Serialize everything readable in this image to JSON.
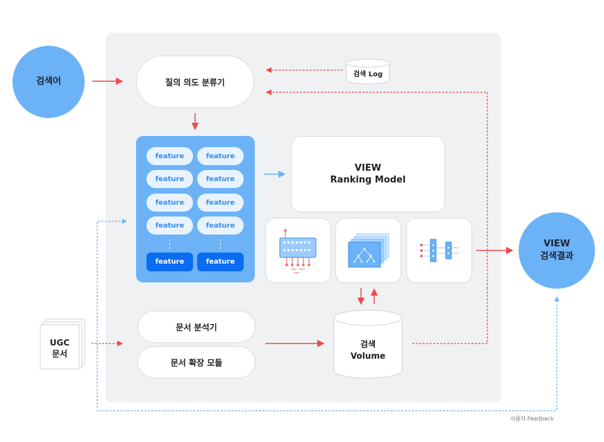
{
  "nodes": {
    "search_query": "검색어",
    "intent_classifier": "질의 의도 분류기",
    "search_log": "검색 Log",
    "feature_label": "feature",
    "ranking_model_line1": "VIEW",
    "ranking_model_line2": "Ranking Model",
    "result_line1": "VIEW",
    "result_line2": "검색결과",
    "ugc_line1": "UGC",
    "ugc_line2": "문서",
    "doc_analyzer": "문서 분석기",
    "doc_expansion": "문서 확장 모듈",
    "volume_line1": "검색",
    "volume_line2": "Volume",
    "feedback": "사용자 Feedback"
  },
  "colors": {
    "accent_blue": "#6cb2f7",
    "feature_active": "#0a6cf2",
    "arrow_red": "#ec4b4b",
    "arrow_blue": "#6cb2f7",
    "panel_bg": "#f0f1f3"
  }
}
